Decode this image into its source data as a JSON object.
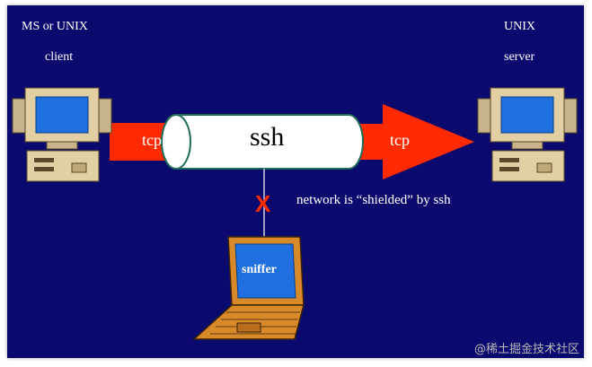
{
  "client": {
    "label_line1": "MS or UNIX",
    "label_line2": "client"
  },
  "server": {
    "label_line1": "UNIX",
    "label_line2": "server"
  },
  "tunnel": {
    "label": "ssh"
  },
  "arrows": {
    "left_label": "tcp",
    "right_label": "tcp"
  },
  "sniffer": {
    "label": "sniffer",
    "blocked_mark": "X"
  },
  "note": {
    "text": "network is “shielded” by ssh"
  },
  "watermark": {
    "text": "@稀土掘金技术社区"
  },
  "colors": {
    "background": "#0a0a6e",
    "arrow": "#ff2a00",
    "tunnel": "#ffffff",
    "tunnel_edge": "#1f6b5a",
    "x_mark": "#ff2a00",
    "screen": "#1f6fe0",
    "computer_body": "#d9c49a"
  }
}
